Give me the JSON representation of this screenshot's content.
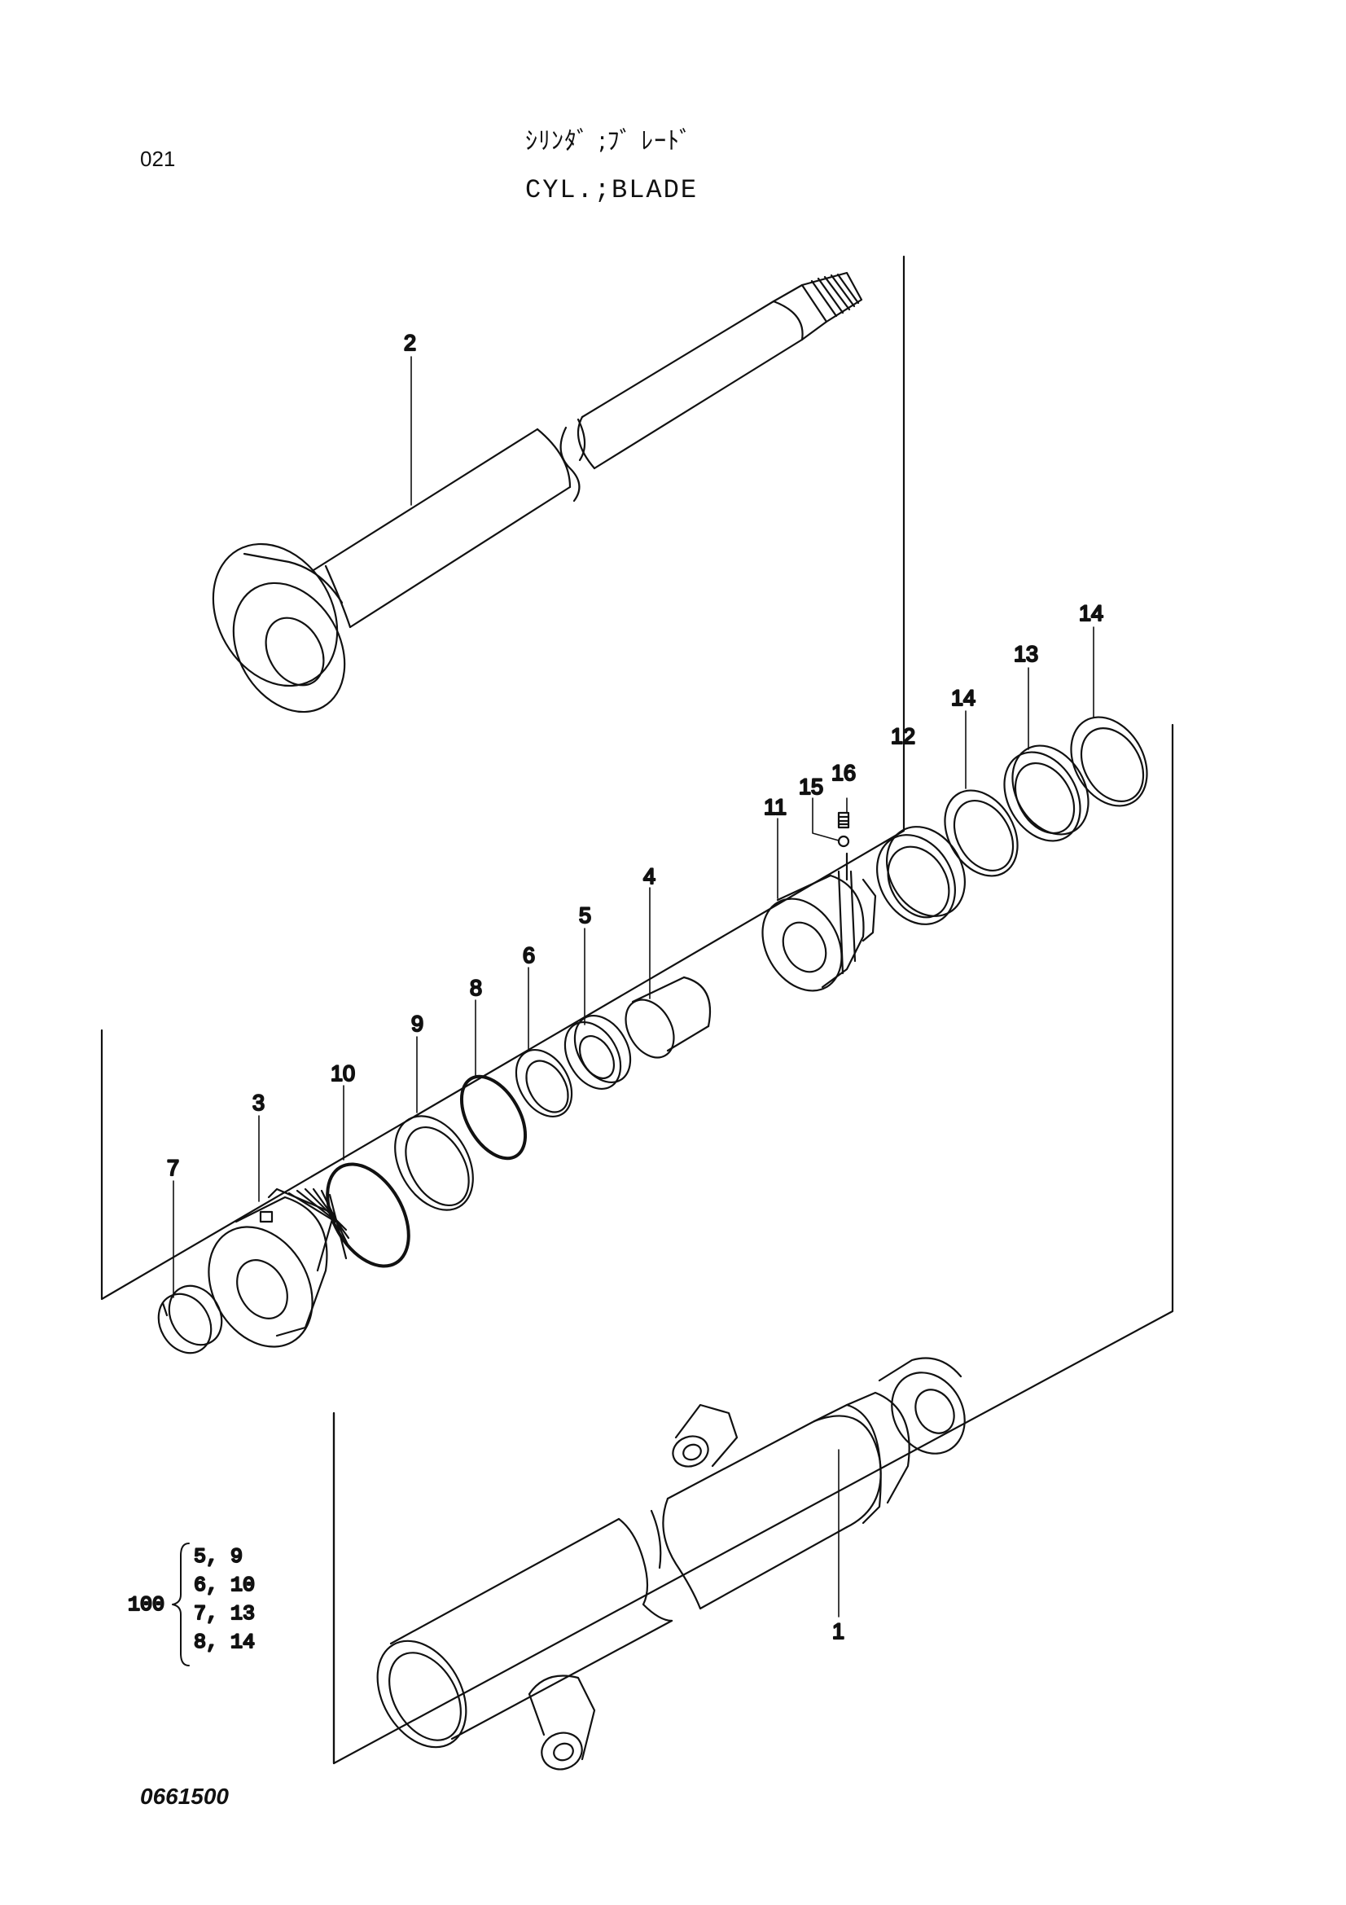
{
  "header": {
    "page_number": "021",
    "title_jp": "ｼﾘﾝﾀﾞ ;ﾌﾞ ﾚｰﾄﾞ",
    "title_en": "CYL.;BLADE"
  },
  "footer": {
    "drawing_number": "0661500"
  },
  "callouts": {
    "c1": "1",
    "c2": "2",
    "c3": "3",
    "c4": "4",
    "c5": "5",
    "c6": "6",
    "c7": "7",
    "c8": "8",
    "c9": "9",
    "c10": "10",
    "c11": "11",
    "c12": "12",
    "c13": "13",
    "c14a": "14",
    "c14b": "14",
    "c15": "15",
    "c16": "16"
  },
  "seal_kit": {
    "number": "100",
    "lines": [
      "5, 9",
      "6, 10",
      "7, 13",
      "8, 14"
    ]
  }
}
